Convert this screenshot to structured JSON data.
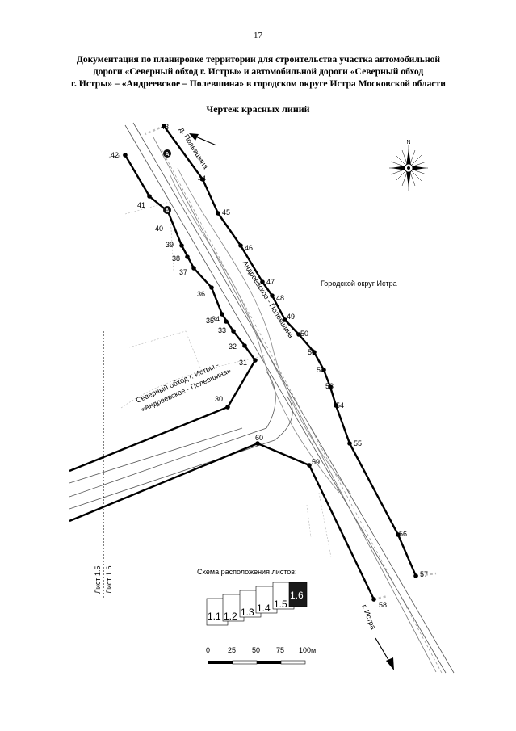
{
  "page_number": "17",
  "title_lines": [
    "Документация по планировке территории для строительства участка автомобильной",
    "дороги «Северный обход г. Истры» и автомобильной дороги «Северный обход",
    "г. Истры» – «Андреевское – Полевшина» в городском округе Истра Московской области"
  ],
  "subtitle": "Чертеж красных линий",
  "map": {
    "district_label": "Городской округ Истра",
    "road_labels": {
      "to_polevshina": "д. Полевшина",
      "andreevskoe_polevshina": "Андреевское - Полевшина",
      "bypass_line1": "Северный обход г. Истры -",
      "bypass_line2": "«Андреевское - Полевшина»",
      "to_istra": "г. Истра"
    },
    "markers": [
      "A",
      "A"
    ],
    "points": [
      "30",
      "31",
      "32",
      "33",
      "34",
      "35",
      "36",
      "37",
      "38",
      "39",
      "40",
      "41",
      "42",
      "43",
      "44",
      "45",
      "46",
      "47",
      "48",
      "49",
      "50",
      "51",
      "52",
      "53",
      "54",
      "55",
      "56",
      "57",
      "58",
      "59",
      "60"
    ],
    "sheet_labels": [
      "Лист 1.5",
      "Лист 1.6"
    ],
    "compass_label": "N"
  },
  "sheet_scheme": {
    "caption": "Схема расположения листов:",
    "sheets": [
      "1.1",
      "1.2",
      "1.3",
      "1.4",
      "1.5",
      "1.6"
    ],
    "active": "1.6"
  },
  "scale_bar": {
    "labels": [
      "0",
      "25",
      "50",
      "75",
      "100м"
    ]
  },
  "colors": {
    "red_line": "#000000",
    "road_edge": "#444444",
    "active_sheet": "#1a1a1a"
  }
}
